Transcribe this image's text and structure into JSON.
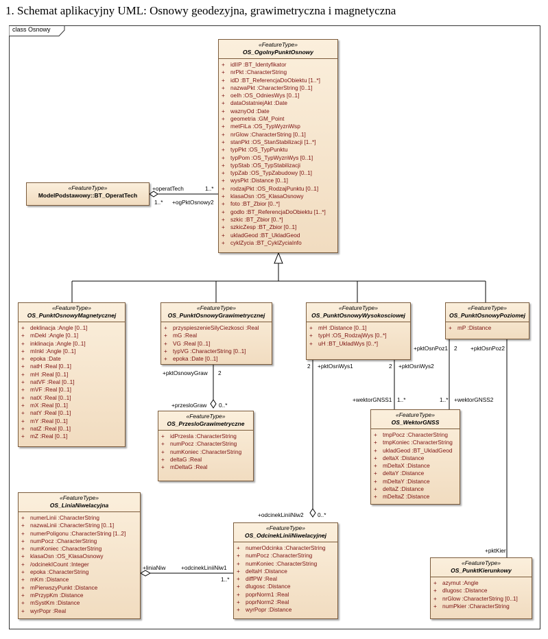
{
  "title": "1. Schemat aplikacyjny UML: Osnowy geodezyjna, grawimetryczna i magnetyczna",
  "frame_label": "class Osnowy",
  "classes": {
    "ogolny": {
      "stereotype": "«FeatureType»",
      "name": "OS_OgolnyPunktOsnowy",
      "attributes": [
        "idIIP :BT_Identyfikator",
        "nrPkt :CharacterString",
        "idD :BT_ReferencjaDoObiektu [1..*]",
        "nazwaPkt :CharacterString [0..1]",
        "oeIh :OS_OdniesWys [0..1]",
        "dataOstatniejAkt :Date",
        "waznyOd :Date",
        "geometria :GM_Point",
        "metFiLa :OS_TypWyznWsp",
        "nrGlow :CharacterString [0..1]",
        "stanPkt :OS_StanStabilizacji [1..*]",
        "typPkt :OS_TypPunktu",
        "typPom :OS_TypWyznWys [0..1]",
        "typStab :OS_TypStabilizacji",
        "typZab :OS_TypZabudowy [0..1]",
        "wysPkt :Distance [0..1]",
        "rodzajPkt :OS_RodzajPunktu [0..1]",
        "klasaOsn :OS_KlasaOsnowy",
        "foto :BT_Zbior [0..*]",
        "godlo :BT_ReferencjaDoObiektu [1..*]",
        "szkic :BT_Zbior [0..*]",
        "szkicZesp :BT_Zbior [0..1]",
        "ukladGeod :BT_UkladGeod",
        "cyklZycia :BT_CyklZyciaInfo"
      ]
    },
    "modelpodst": {
      "stereotype": "«FeatureType»",
      "name": "ModelPodstawowy::BT_OperatTech",
      "attributes": []
    },
    "magnet": {
      "stereotype": "«FeatureType»",
      "name": "OS_PunktOsnowyMagnetycznej",
      "attributes": [
        "deklinacja :Angle [0..1]",
        "mDekl :Angle [0..1]",
        "inklinacja :Angle [0..1]",
        "mInkl :Angle [0..1]",
        "epoka :Date",
        "natH :Real [0..1]",
        "mH :Real [0..1]",
        "natVF :Real [0..1]",
        "mVF :Real [0..1]",
        "natX :Real [0..1]",
        "mX :Real [0..1]",
        "natY :Real [0..1]",
        "mY :Real [0..1]",
        "natZ :Real [0..1]",
        "mZ :Real [0..1]"
      ]
    },
    "graw": {
      "stereotype": "«FeatureType»",
      "name": "OS_PunktOsnowyGrawimetrycznej",
      "attributes": [
        "przyspieszenieSilyCiezkosci :Real",
        "mG :Real",
        "VG :Real [0..1]",
        "typVG :CharacterString [0..1]",
        "epoka :Date [0..1]"
      ]
    },
    "wysok": {
      "stereotype": "«FeatureType»",
      "name": "OS_PunktOsnowyWysokosciowej",
      "attributes": [
        "mH :Distance [0..1]",
        "typH :OS_RodzajWys [0..*]",
        "uH :BT_UkladWys [0..*]"
      ]
    },
    "poziom": {
      "stereotype": "«FeatureType»",
      "name": "OS_PunktOsnowyPoziomej",
      "attributes": [
        "mP :Distance"
      ]
    },
    "przeslo": {
      "stereotype": "«FeatureType»",
      "name": "OS_PrzesloGrawimetryczne",
      "attributes": [
        "idPrzesla :CharacterString",
        "numPocz :CharacterString",
        "numKoniec :CharacterString",
        "deltaG :Real",
        "mDeltaG :Real"
      ]
    },
    "wektor": {
      "stereotype": "«FeatureType»",
      "name": "OS_WektorGNSS",
      "attributes": [
        "tmpPocz :CharacterString",
        "tmpKoniec :CharacterString",
        "ukladGeod :BT_UkladGeod",
        "deltaX :Distance",
        "mDeltaX :Distance",
        "deltaY :Distance",
        "mDeltaY :Distance",
        "deltaZ :Distance",
        "mDeltaZ :Distance"
      ]
    },
    "linia": {
      "stereotype": "«FeatureType»",
      "name": "OS_LiniaNiwelacyjna",
      "attributes": [
        "numerLinii :CharacterString",
        "nazwaLinii :CharacterString [0..1]",
        "numerPoligonu :CharacterString [1..2]",
        "numPocz :CharacterString",
        "numKoniec :CharacterString",
        "klasaOsn :OS_KlasaOsnowy",
        "/odcinekICount :Integer",
        "epoka :CharacterString",
        "mKm :Distance",
        "mPierwszyPunkt :Distance",
        "mPrzypKm :Distance",
        "mSystKm :Distance",
        "wyrPopr :Real"
      ]
    },
    "odcinek": {
      "stereotype": "«FeatureType»",
      "name": "OS_OdcinekLiniiNiwelacyjnej",
      "attributes": [
        "numerOdcinka :CharacterString",
        "numPocz :CharacterString",
        "numKoniec :CharacterString",
        "deltaH :Distance",
        "diffPW :Real",
        "dlugosc :Distance",
        "poprNorm1 :Real",
        "poprNorm2 :Real",
        "wyrPopr :Distance"
      ]
    },
    "kierunk": {
      "stereotype": "«FeatureType»",
      "name": "OS_PunktKierunkowy",
      "attributes": [
        "azymut :Angle",
        "dlugosc :Distance",
        "nrGlow :CharacterString [0..1]",
        "numPkier :CharacterString"
      ]
    }
  },
  "visibility_marker": "+",
  "labels": {
    "operatTech": "+operatTech",
    "operat_mult": "1..*",
    "ogPktOsnowy2": "+ogPktOsnowy2",
    "ogPkt_mult": "1..*",
    "pktOsnowyGraw": "+pktOsnowyGraw",
    "graw_mult": "2",
    "przesloGraw": "+przesloGraw",
    "przeslo_mult": "0..*",
    "pktOsnWys1": "+pktOsnWys1",
    "wys1_mult": "2",
    "pktOsnWys2": "+pktOsnWys2",
    "wys2_mult": "2",
    "wektorGNSS1": "+wektorGNSS1",
    "wektor1_mult": "1..*",
    "pktOsnPoz1": "+pktOsnPoz1",
    "poz1_mult": "2",
    "wektorGNSS2": "+wektorGNSS2",
    "wektor2_mult": "1..*",
    "pktOsnPoz2": "+pktOsnPoz2",
    "odcinekLiniiNiw2": "+odcinekLiniiNiw2",
    "odcinek2_mult": "0..*",
    "liniaNiw": "+liniaNiw",
    "odcinekLiniiNiw1": "+odcinekLiniiNiw1",
    "odcinek1_mult": "1..*",
    "pktKier": "+pktKier"
  }
}
